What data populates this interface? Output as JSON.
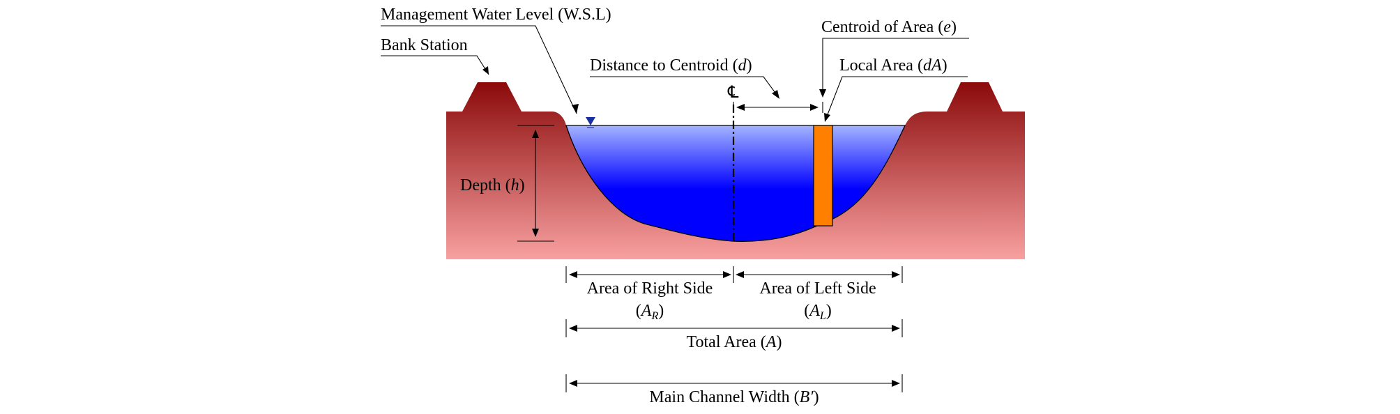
{
  "labels": {
    "management_water_level": "Management Water Level (W.S.L)",
    "bank_station": "Bank Station",
    "centroid_of_area": {
      "prefix": "Centroid of Area (",
      "symbol": "e",
      "suffix": ")"
    },
    "distance_to_centroid": {
      "prefix": "Distance to Centroid (",
      "symbol": "d",
      "suffix": ")"
    },
    "local_area": {
      "prefix": "Local Area (",
      "symbol": "dA",
      "suffix": ")"
    },
    "centerline": "℄",
    "depth": {
      "prefix": "Depth (",
      "symbol": "h",
      "suffix": ")"
    },
    "area_right": {
      "line1": "Area of Right Side",
      "open": "(",
      "symbol": "A",
      "subscript": "R",
      "close": ")"
    },
    "area_left": {
      "line1": "Area of Left Side",
      "open": "(",
      "symbol": "A",
      "subscript": "L",
      "close": ")"
    },
    "total_area": {
      "prefix": "Total Area (",
      "symbol": "A",
      "suffix": ")"
    },
    "main_channel_width": {
      "prefix": "Main Channel Width (",
      "symbol": "B′",
      "suffix": ")"
    }
  },
  "colors": {
    "bank_top": "#8b0a0a",
    "bank_bottom": "#f8a0a0",
    "water_top": "#a4b4ff",
    "water_bottom": "#0000ff",
    "local_strip": "#ff8000",
    "water_marker": "#1a2fa0"
  }
}
